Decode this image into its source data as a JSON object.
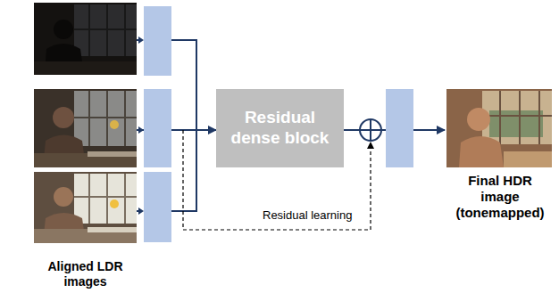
{
  "diagram": {
    "nodes": [
      {
        "text": [
          "Aligned LDR images"
        ]
      },
      {
        "text": [
          "Residual dense block"
        ]
      },
      {
        "text": [
          "Final HDR image (tonemapped)"
        ]
      }
    ],
    "edges": [
      {
        "from": 0,
        "to": 1,
        "arrow": "to"
      },
      {
        "from": 1,
        "to": 2,
        "arrow": "to"
      }
    ],
    "labels": [
      "Residual learning"
    ]
  }
}
